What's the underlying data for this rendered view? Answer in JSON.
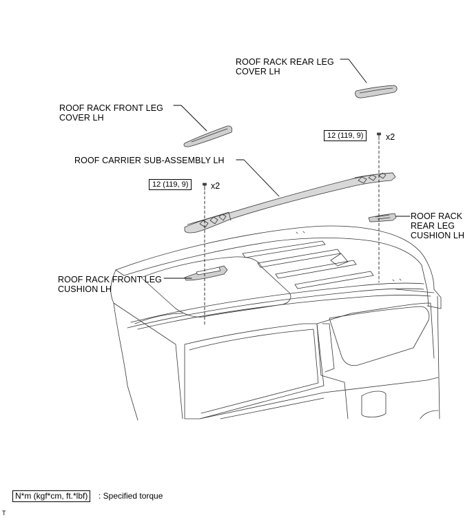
{
  "labels": {
    "rear_leg_cover": "ROOF RACK REAR LEG\nCOVER LH",
    "front_leg_cover": "ROOF RACK FRONT LEG\nCOVER LH",
    "carrier": "ROOF CARRIER SUB-ASSEMBLY LH",
    "rear_leg_cushion": "ROOF RACK\nREAR LEG\nCUSHION LH",
    "front_leg_cushion": "ROOF RACK FRONT LEG\nCUSHION LH"
  },
  "torque": {
    "front": "12 (119, 9)",
    "rear": "12 (119, 9)",
    "front_qty": "x2",
    "rear_qty": "x2"
  },
  "legend": {
    "unit": "N*m (kgf*cm, ft.*lbf)",
    "meaning": ": Specified torque"
  },
  "footer_code": "T"
}
